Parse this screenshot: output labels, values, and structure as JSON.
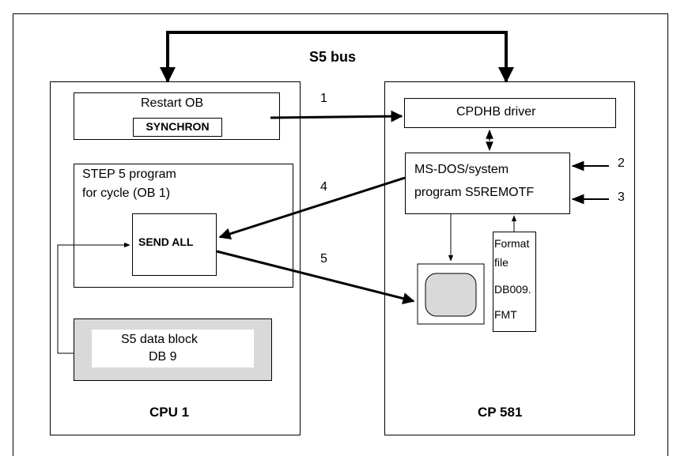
{
  "bus_label": "S5 bus",
  "cpu": {
    "title": "CPU 1",
    "restart_ob": "Restart OB",
    "synchron": "SYNCHRON",
    "step5_line1": "STEP 5 program",
    "step5_line2": "for cycle (OB 1)",
    "send_all": "SEND ALL",
    "data_block_line1": "S5 data block",
    "data_block_line2": "DB 9"
  },
  "cp": {
    "title": "CP 581",
    "driver": "CPDHB driver",
    "msdos_line1": "MS-DOS/system",
    "msdos_line2": "program S5REMOTF",
    "format_file": [
      "Format",
      "file",
      "DB009.",
      "FMT"
    ]
  },
  "step_labels": [
    "1",
    "2",
    "3",
    "4",
    "5"
  ]
}
